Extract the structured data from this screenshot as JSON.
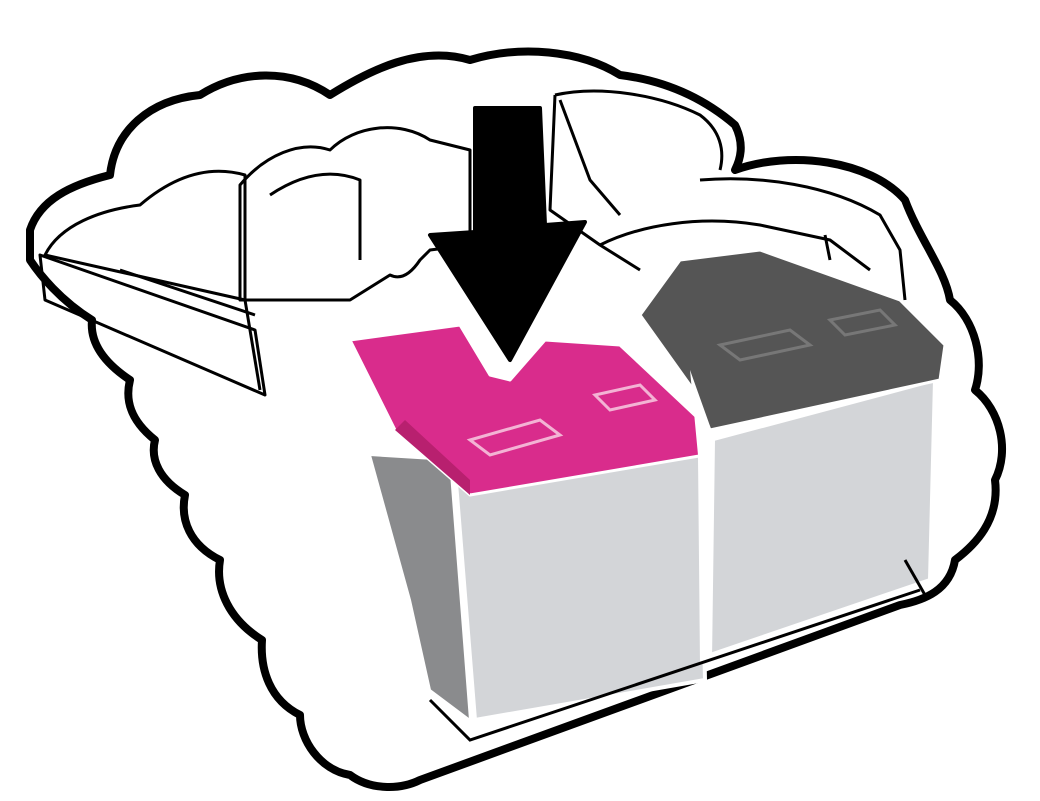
{
  "illustration": {
    "subject": "printer-cartridge-carriage",
    "action": "press-down",
    "colors": {
      "outline": "#000000",
      "background": "#ffffff",
      "magenta_lid": "#d92c8c",
      "black_lid": "#555555",
      "cartridge_body": "#d3d5d8",
      "cartridge_side": "#8a8b8d",
      "arrow": "#000000"
    },
    "icons": [
      "down-arrow-icon",
      "tri-color-cartridge",
      "black-cartridge"
    ]
  }
}
